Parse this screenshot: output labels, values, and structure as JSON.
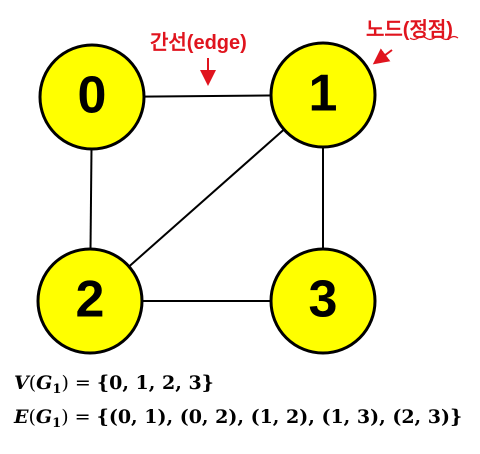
{
  "diagram": {
    "nodes": [
      {
        "id": "0",
        "label": "0"
      },
      {
        "id": "1",
        "label": "1"
      },
      {
        "id": "2",
        "label": "2"
      },
      {
        "id": "3",
        "label": "3"
      }
    ],
    "edges": [
      [
        "0",
        "1"
      ],
      [
        "0",
        "2"
      ],
      [
        "1",
        "2"
      ],
      [
        "1",
        "3"
      ],
      [
        "2",
        "3"
      ]
    ],
    "colors": {
      "node_fill": "#ffff00",
      "node_stroke": "#000000",
      "edge": "#000000",
      "annotation": "#e0141e"
    },
    "annotations": {
      "edge_label": "간선(edge)",
      "node_label": "노드(정점)"
    }
  },
  "formulas": {
    "vertex_set": {
      "symbol": "V",
      "graph": "G",
      "subscript": "1",
      "values": "{0, 1, 2, 3}"
    },
    "edge_set": {
      "symbol": "E",
      "graph": "G",
      "subscript": "1",
      "values": "{(0, 1), (0, 2), (1, 2), (1, 3), (2, 3)}"
    }
  }
}
